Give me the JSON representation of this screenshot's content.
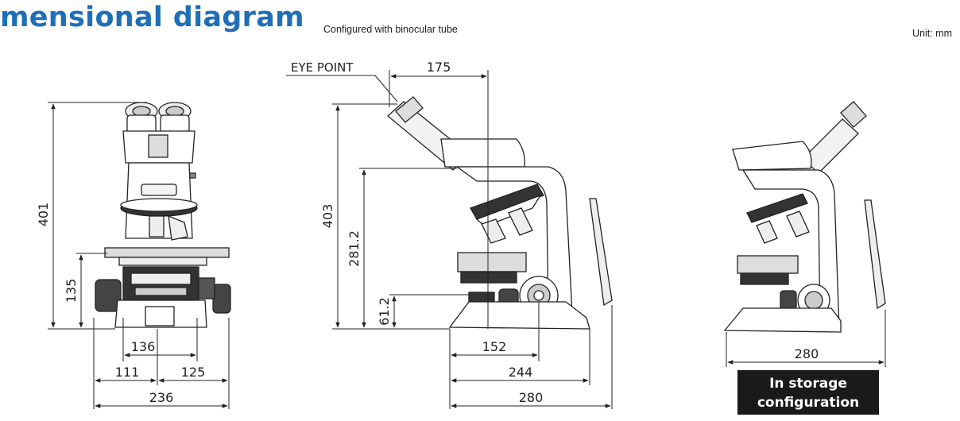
{
  "header": {
    "title": "mensional diagram",
    "subtitle": "Configured with binocular tube",
    "unit": "Unit: mm"
  },
  "front_view": {
    "height_total": "401",
    "stage_height": "135",
    "width_136": "136",
    "left_111": "111",
    "right_125": "125",
    "width_total": "236"
  },
  "side_view": {
    "eye_point_label": "EYE POINT",
    "eye_point_offset": "175",
    "height_total": "403",
    "arm_height": "281.2",
    "base_height": "61.2",
    "depth_152": "152",
    "depth_244": "244",
    "depth_280": "280"
  },
  "storage_view": {
    "depth_280": "280",
    "badge_line1": "In storage",
    "badge_line2": "configuration"
  }
}
